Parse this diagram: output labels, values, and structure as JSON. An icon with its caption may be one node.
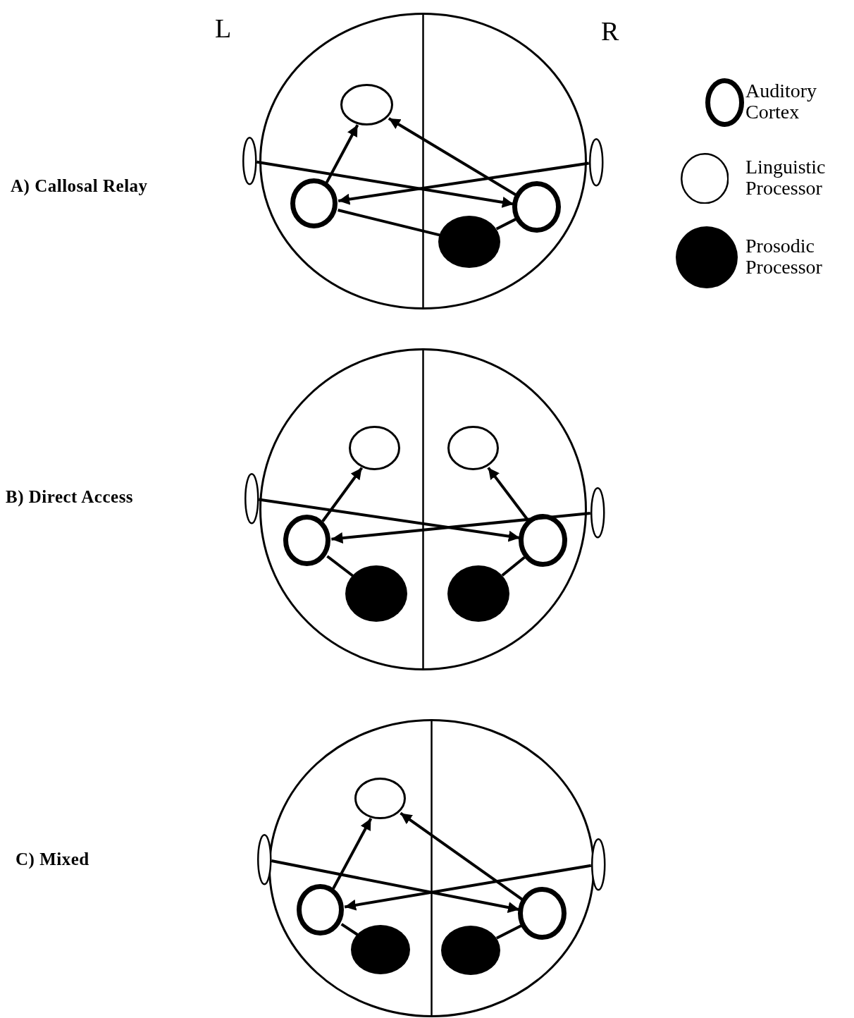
{
  "diagram": {
    "nodes": [
      {
        "text": [],
        "shape": "circle"
      },
      {
        "text": [],
        "shape": "circle"
      },
      {
        "text": [],
        "shape": "circle"
      },
      {
        "text": [],
        "shape": "circle",
        "in": 0
      },
      {
        "text": [],
        "shape": "circle",
        "in": 0
      },
      {
        "text": [],
        "shape": "circle",
        "in": 0
      },
      {
        "text": [],
        "shape": "circle",
        "in": 0
      },
      {
        "text": [],
        "shape": "circle"
      },
      {
        "text": [],
        "shape": "circle"
      },
      {
        "text": [],
        "shape": "circle"
      },
      {
        "text": [],
        "shape": "circle",
        "in": 7
      },
      {
        "text": [],
        "shape": "circle",
        "in": 7
      },
      {
        "text": [],
        "shape": "circle",
        "in": 7
      },
      {
        "text": [],
        "shape": "circle",
        "in": 7
      },
      {
        "text": [],
        "shape": "circle",
        "in": 7
      },
      {
        "text": [],
        "shape": "circle",
        "in": 7
      },
      {
        "text": [],
        "shape": "circle"
      },
      {
        "text": [],
        "shape": "circle"
      },
      {
        "text": [],
        "shape": "circle"
      },
      {
        "text": [],
        "shape": "circle",
        "in": 16
      },
      {
        "text": [],
        "shape": "circle",
        "in": 16
      },
      {
        "text": [],
        "shape": "circle",
        "in": 16
      },
      {
        "text": [],
        "shape": "circle",
        "in": 16
      },
      {
        "text": [],
        "shape": "circle",
        "in": 16
      }
    ],
    "edges": [
      {
        "from": 1,
        "to": 5,
        "arrow": "to"
      },
      {
        "from": 2,
        "to": 4,
        "arrow": "to"
      },
      {
        "from": 4,
        "to": 3,
        "arrow": "to"
      },
      {
        "from": 5,
        "to": 3,
        "arrow": "to"
      },
      {
        "from": 4,
        "to": 6,
        "arrow": "none"
      },
      {
        "from": 6,
        "to": 5,
        "arrow": "none"
      },
      {
        "from": 8,
        "to": 13,
        "arrow": "to"
      },
      {
        "from": 9,
        "to": 12,
        "arrow": "to"
      },
      {
        "from": 12,
        "to": 10,
        "arrow": "to"
      },
      {
        "from": 13,
        "to": 11,
        "arrow": "to"
      },
      {
        "from": 12,
        "to": 14,
        "arrow": "none"
      },
      {
        "from": 13,
        "to": 15,
        "arrow": "none"
      },
      {
        "from": 17,
        "to": 21,
        "arrow": "to"
      },
      {
        "from": 18,
        "to": 20,
        "arrow": "to"
      },
      {
        "from": 20,
        "to": 19,
        "arrow": "to"
      },
      {
        "from": 21,
        "to": 19,
        "arrow": "to"
      },
      {
        "from": 20,
        "to": 22,
        "arrow": "none"
      },
      {
        "from": 21,
        "to": 23,
        "arrow": "none"
      }
    ],
    "labels": [
      "L",
      "R",
      "A) Callosal Relay",
      "B) Direct Access",
      "C) Mixed"
    ],
    "legend": [
      {
        "text": "Auditory Cortex"
      },
      {
        "text": "Linguistic Processor"
      },
      {
        "text": "Prosodic Processor",
        "color": "#000000"
      }
    ]
  }
}
